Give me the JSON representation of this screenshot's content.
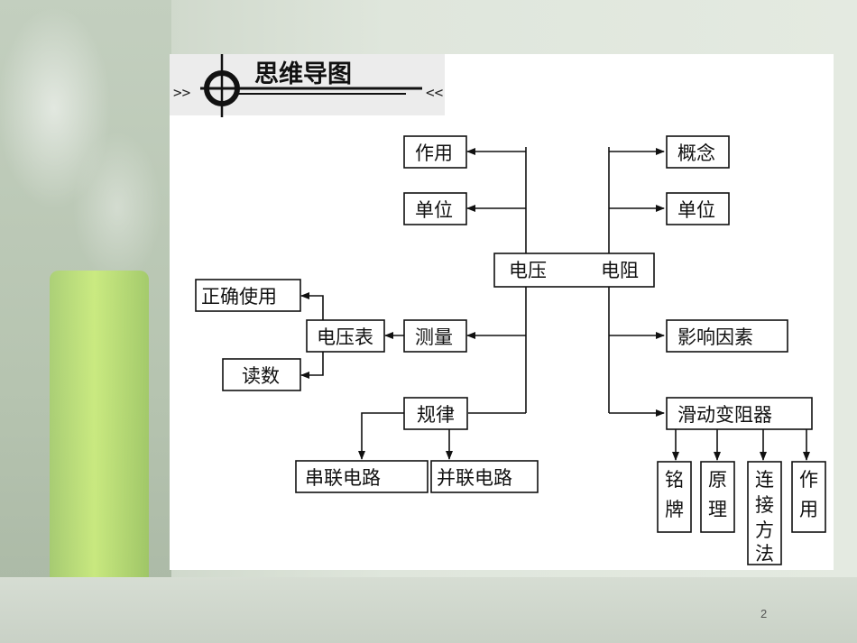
{
  "header": {
    "title": "思维导图",
    "deco_left": ">>",
    "deco_right": "<<"
  },
  "center": {
    "left": "电压",
    "right": "电阻"
  },
  "voltage": {
    "effect": "作用",
    "unit": "单位",
    "measure": "测量",
    "voltmeter": "电压表",
    "correct_use": "正确使用",
    "reading": "读数",
    "rule": "规律",
    "series": "串联电路",
    "parallel": "并联电路"
  },
  "resistance": {
    "concept": "概念",
    "unit": "单位",
    "factors": "影响因素",
    "rheostat": "滑动变阻器",
    "nameplate": [
      "铭",
      "牌"
    ],
    "principle": [
      "原",
      "理"
    ],
    "connection": [
      "连",
      "接",
      "方",
      "法"
    ],
    "function": [
      "作",
      "用"
    ]
  },
  "page_number": "2"
}
